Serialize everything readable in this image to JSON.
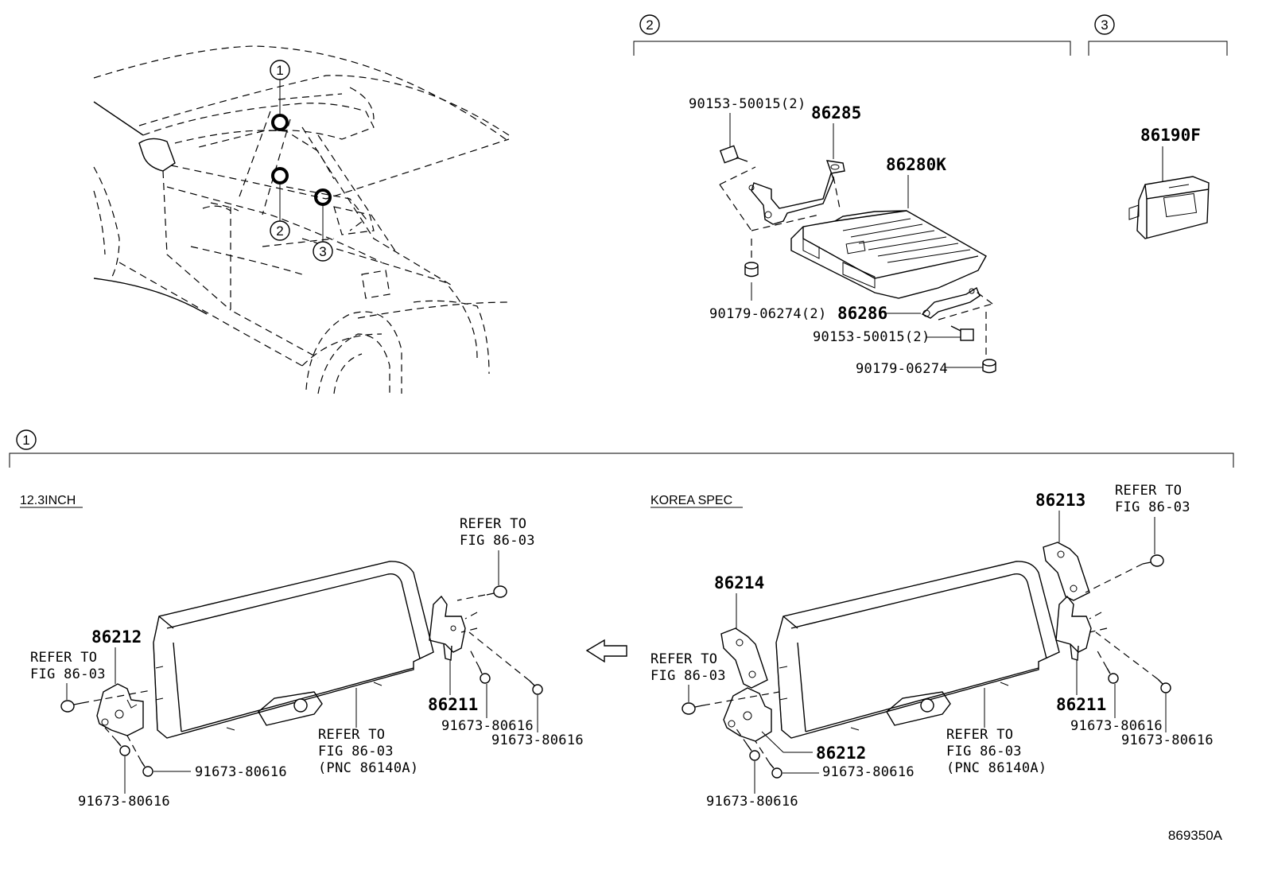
{
  "figure_id": "869350A",
  "sections": [
    {
      "marker": "1"
    },
    {
      "marker": "2"
    },
    {
      "marker": "3"
    }
  ],
  "overview": {
    "callouts": [
      "1",
      "2",
      "3"
    ]
  },
  "section2": {
    "parts": {
      "p86285": "86285",
      "p86280k": "86280K",
      "p86286": "86286",
      "screw_a": "90153-50015(2)",
      "screw_b": "90153-50015(2)",
      "nut_a": "90179-06274(2)",
      "nut_b": "90179-06274"
    }
  },
  "section3": {
    "parts": {
      "p86190f": "86190F"
    }
  },
  "section1": {
    "left": {
      "heading": "12.3INCH",
      "p86212": "86212",
      "p86211": "86211",
      "refer1_a": "REFER TO",
      "refer1_b": "FIG 86-03",
      "refer2_a": "REFER TO",
      "refer2_b": "FIG 86-03",
      "refer3_a": "REFER TO",
      "refer3_b": "FIG 86-03",
      "refer3_c": "(PNC 86140A)",
      "bolt_a": "91673-80616",
      "bolt_b": "91673-80616",
      "bolt_c": "91673-80616",
      "bolt_d": "91673-80616"
    },
    "right": {
      "heading": "KOREA SPEC",
      "p86213": "86213",
      "p86214": "86214",
      "p86212": "86212",
      "p86211": "86211",
      "refer1_a": "REFER TO",
      "refer1_b": "FIG 86-03",
      "refer2_a": "REFER TO",
      "refer2_b": "FIG 86-03",
      "refer3_a": "REFER TO",
      "refer3_b": "FIG 86-03",
      "refer3_c": "(PNC 86140A)",
      "bolt_a": "91673-80616",
      "bolt_b": "91673-80616",
      "bolt_c": "91673-80616",
      "bolt_d": "91673-80616"
    }
  }
}
